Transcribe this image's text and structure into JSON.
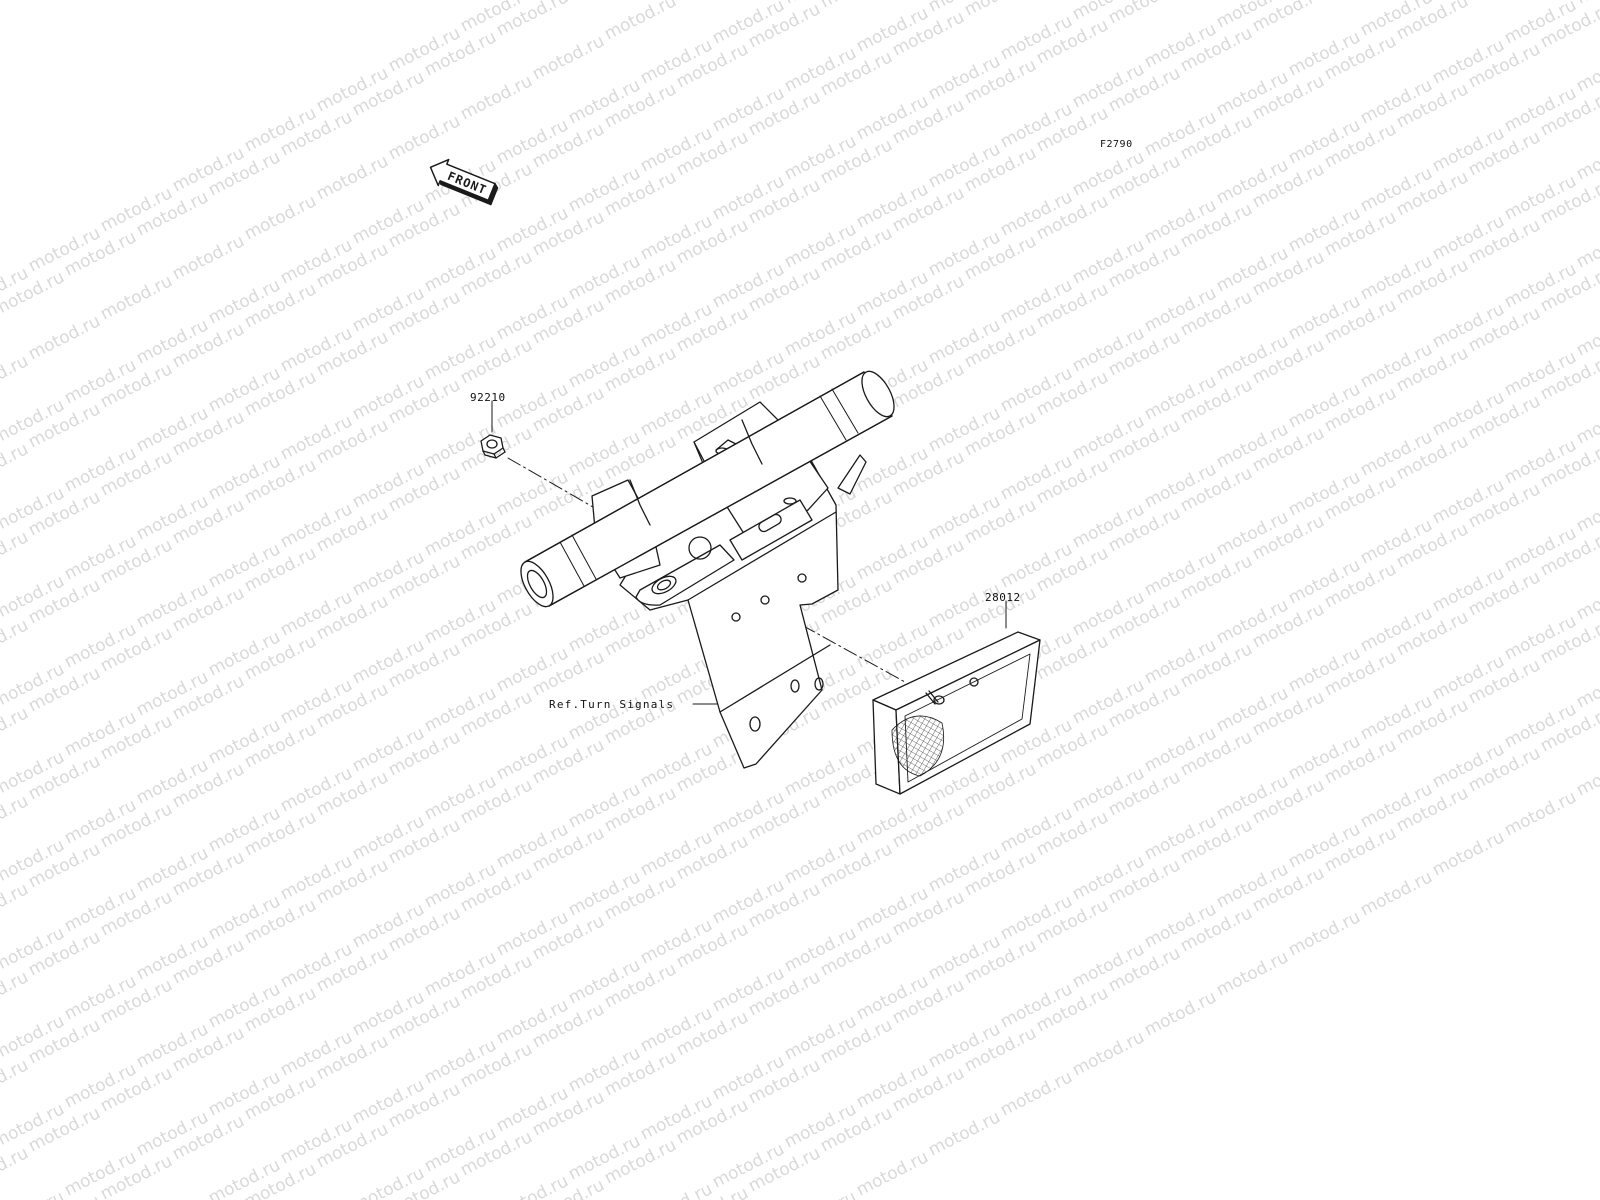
{
  "watermark_text": "motod.ru",
  "figure_code": "F2790",
  "front_arrow_text": "FRONT",
  "parts": {
    "nut": {
      "number": "92210"
    },
    "reflector": {
      "number": "28012"
    }
  },
  "reference_note": "Ref.Turn Signals",
  "colors": {
    "line": "#1a1a1a",
    "watermark": "#d9d9d9",
    "background": "#ffffff"
  }
}
